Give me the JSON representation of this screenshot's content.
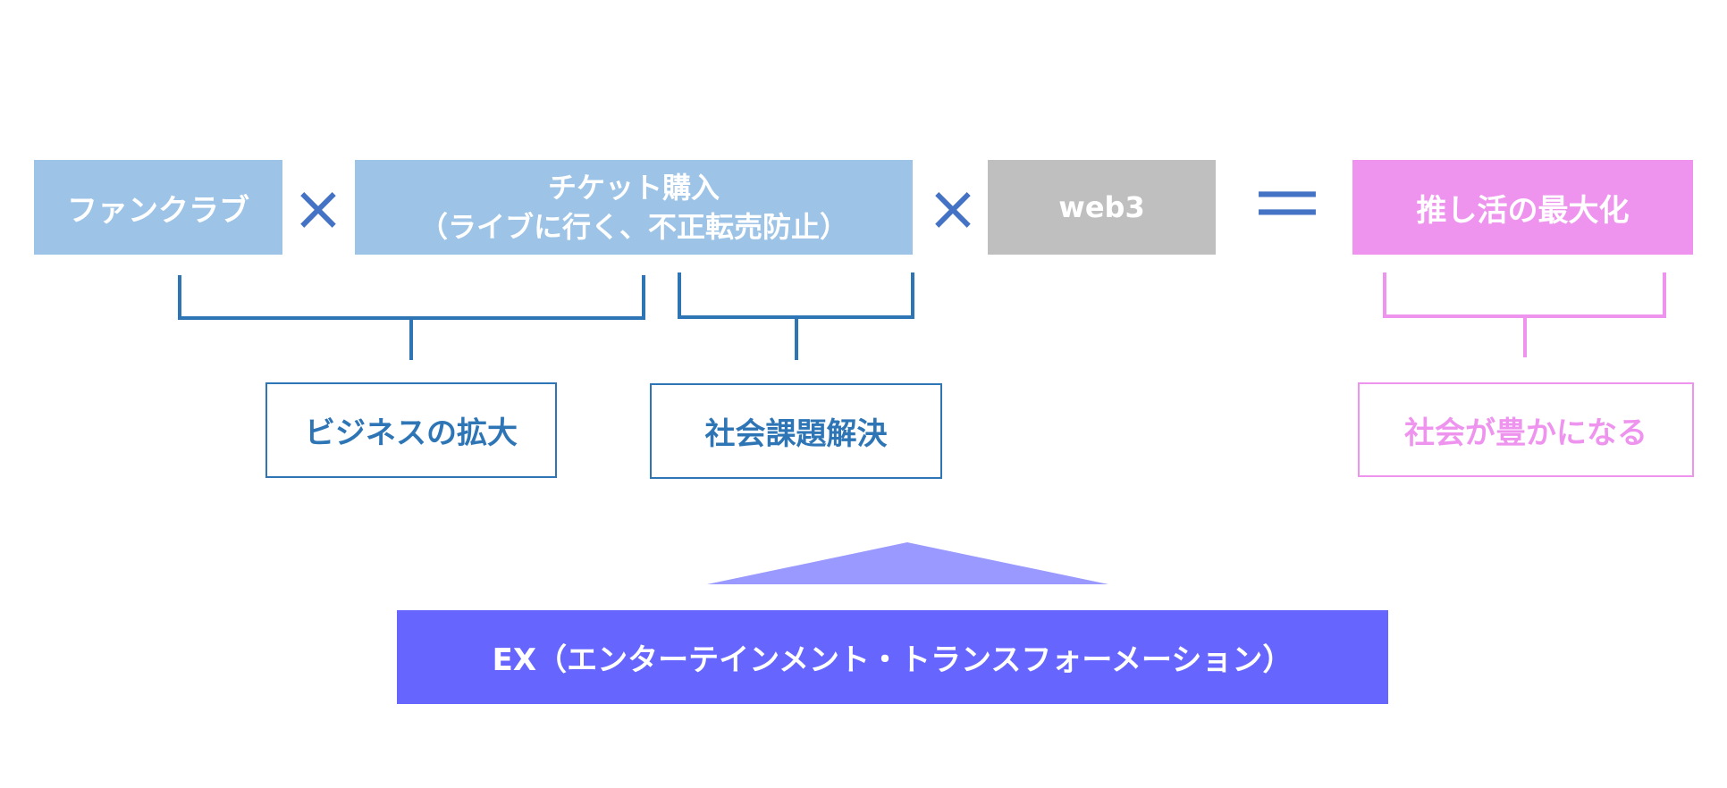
{
  "formula": {
    "fanclub": "ファンクラブ",
    "ticket_line1": "チケット購入",
    "ticket_line2": "（ライブに行く、不正転売防止）",
    "web3": "web3",
    "result": "推し活の最大化",
    "times_symbol": "×",
    "equals_symbol": "＝"
  },
  "outcomes": {
    "business": "ビジネスの拡大",
    "social_issue": "社会課題解決",
    "society": "社会が豊かになる"
  },
  "foundation": {
    "label": "EX（エンターテインメント・トランスフォーメーション）"
  },
  "colors": {
    "light_blue": "#9dc3e6",
    "dark_blue": "#2e75b6",
    "gray": "#bfbfbf",
    "pink": "#ee94ee",
    "purple": "#6666ff",
    "triangle": "#9999ff"
  }
}
